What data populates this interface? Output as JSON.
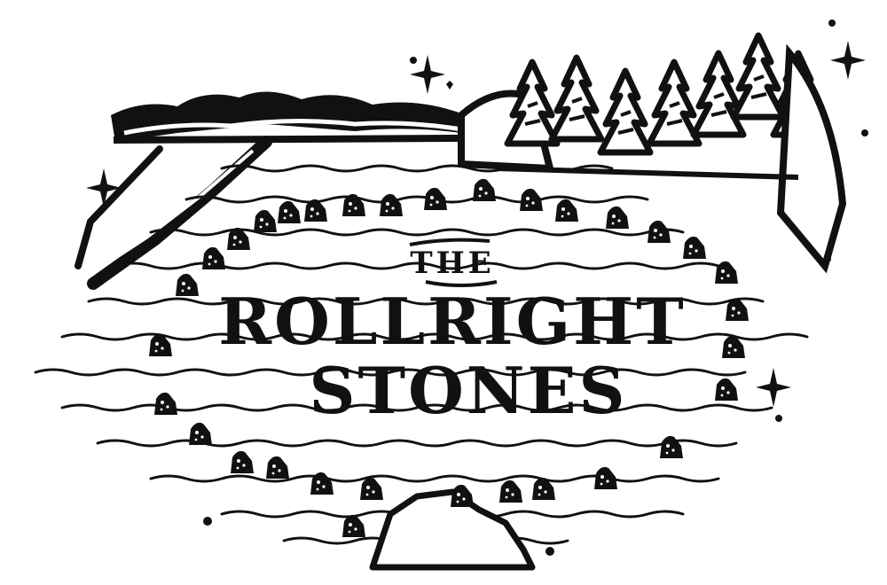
{
  "title": {
    "the": "THE",
    "line1": "ROLLRIGHT",
    "line2": "STONES"
  },
  "colors": {
    "ink": "#111111",
    "paper": "#ffffff"
  },
  "icons": [
    "sparkle-icon",
    "tree-icon",
    "standing-stone-icon"
  ]
}
